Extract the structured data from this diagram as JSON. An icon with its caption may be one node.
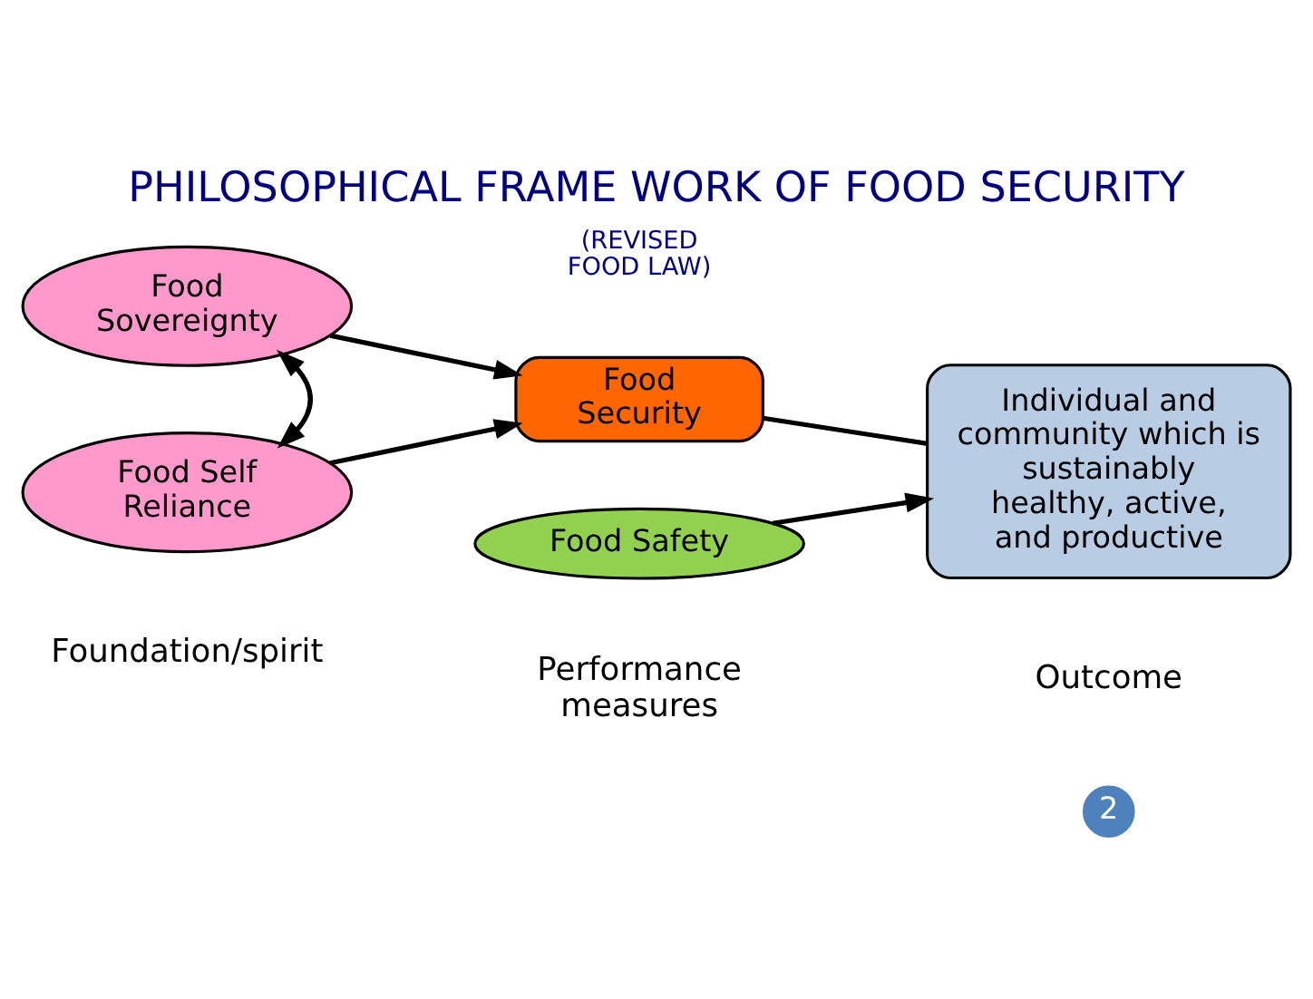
{
  "diagram": {
    "title": "PHILOSOPHICAL FRAME WORK OF FOOD SECURITY",
    "nodes": [
      {
        "text": [
          "Food Sovereignty"
        ]
      },
      {
        "text": [
          "Food Security"
        ]
      },
      {
        "text": [
          "Individual and community which is sustainably healthy, active, and productive"
        ]
      },
      {
        "text": [
          "Food Self Reliance"
        ]
      },
      {
        "text": [
          "Food Safety"
        ]
      }
    ],
    "edges": [
      {
        "from": 0,
        "to": 1,
        "arrow": "to"
      },
      {
        "from": 3,
        "to": 1,
        "arrow": "to"
      },
      {
        "from": 0,
        "to": 3,
        "arrow": "both"
      },
      {
        "from": 1,
        "to": 2,
        "arrow": "none"
      },
      {
        "from": 4,
        "to": 2,
        "arrow": "to"
      }
    ],
    "labels": [
      "(REVISED FOOD LAW)",
      "Foundation/spirit",
      "Performance measures",
      "Outcome",
      "2"
    ]
  }
}
